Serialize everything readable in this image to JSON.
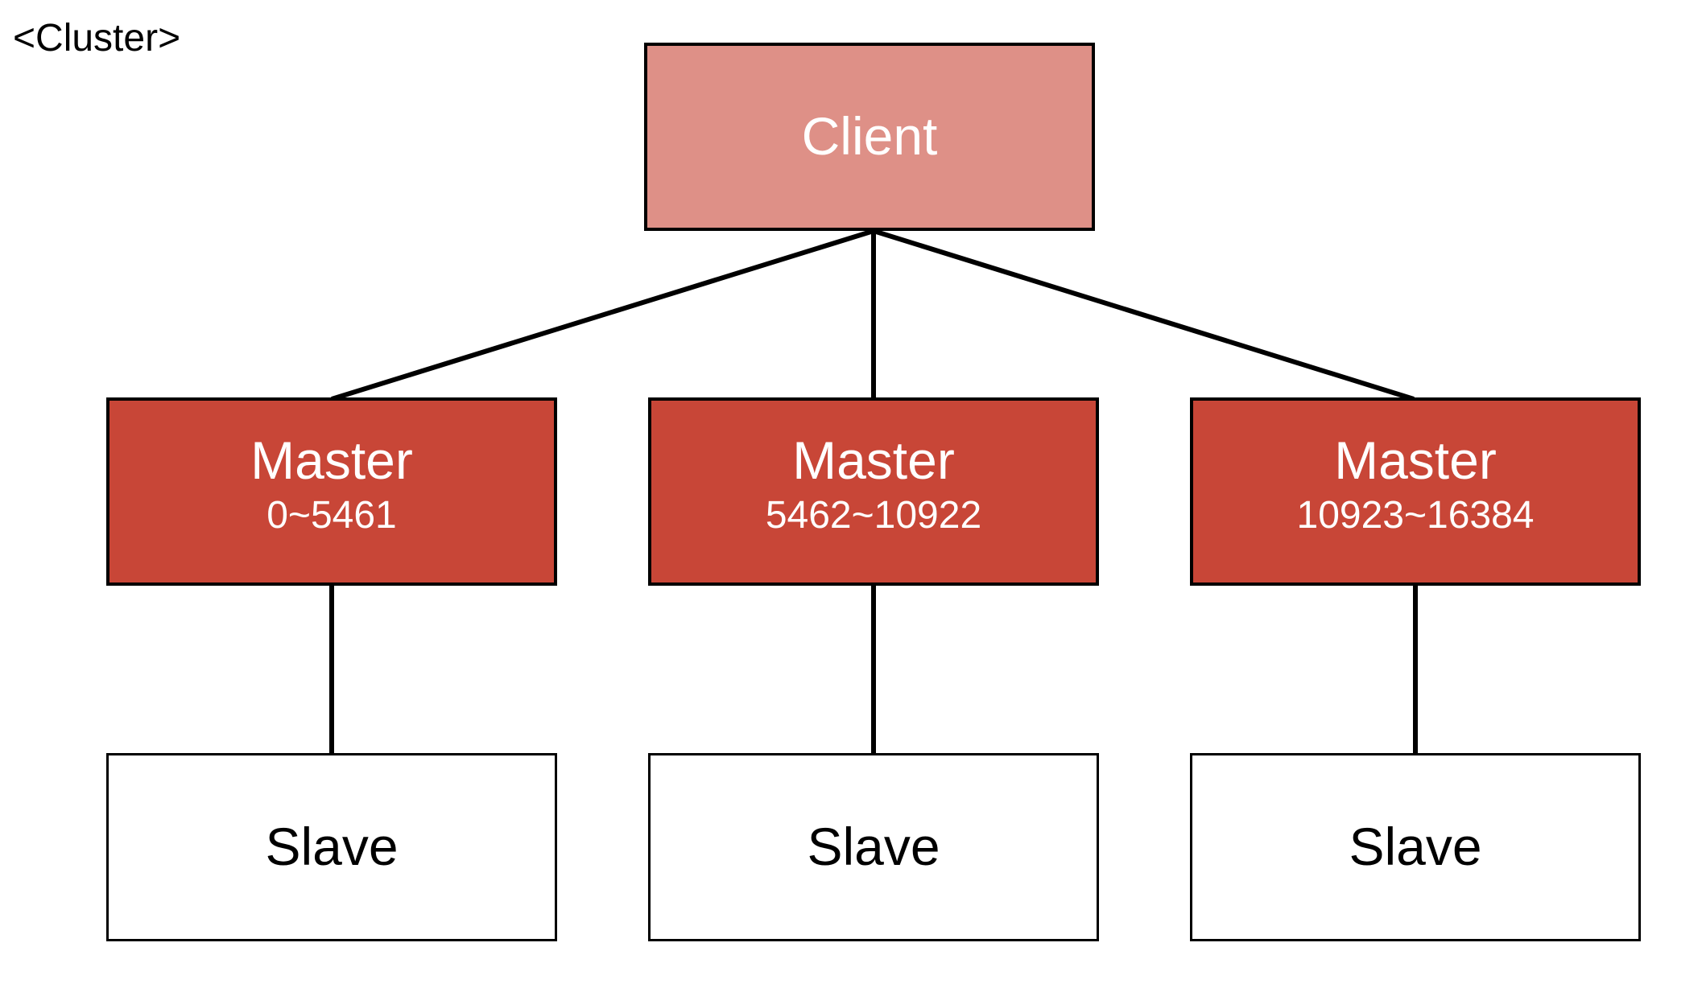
{
  "diagram": {
    "title": "<Cluster>",
    "client": {
      "label": "Client"
    },
    "masters": [
      {
        "label": "Master",
        "range": "0~5461"
      },
      {
        "label": "Master",
        "range": "5462~10922"
      },
      {
        "label": "Master",
        "range": "10923~16384"
      }
    ],
    "slaves": [
      {
        "label": "Slave"
      },
      {
        "label": "Slave"
      },
      {
        "label": "Slave"
      }
    ],
    "colors": {
      "client_fill": "#DE9087",
      "master_fill": "#C84637",
      "slave_fill": "#FFFFFF",
      "outline": "#000000",
      "connector": "#000000"
    }
  }
}
